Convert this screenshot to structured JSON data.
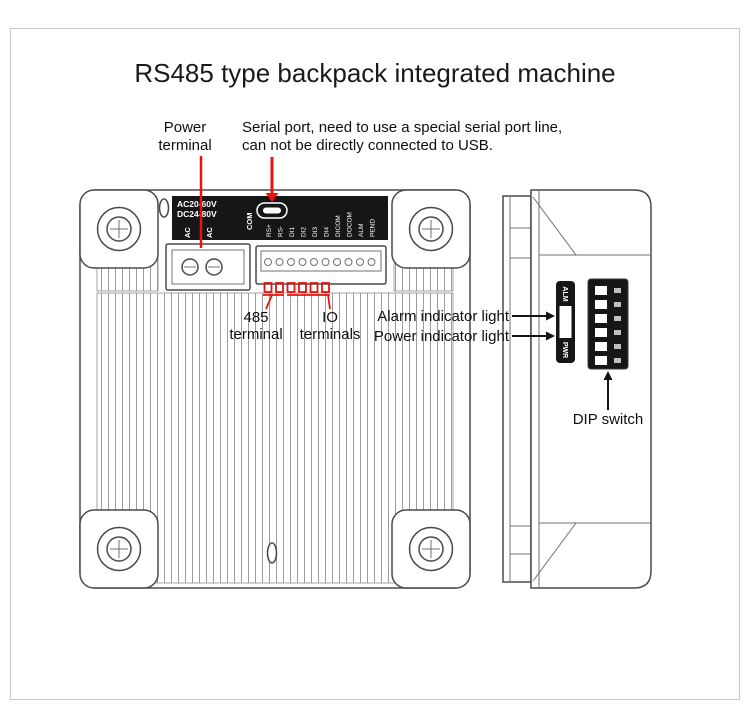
{
  "page": {
    "title": "RS485 type backpack integrated machine"
  },
  "callouts": {
    "power_terminal": {
      "line1": "Power",
      "line2": "terminal"
    },
    "serial_port": {
      "line1": "Serial port, need to use a special serial port line,",
      "line2": "can not be directly connected to USB."
    },
    "terminal_485": {
      "line1": "485",
      "line2": "terminal"
    },
    "io_terminals": {
      "line1": "IO",
      "line2": "terminals"
    },
    "alarm_indicator": "Alarm indicator light",
    "power_indicator": "Power indicator light",
    "dip_switch": "DIP switch"
  },
  "front_view": {
    "rating_line1": "AC20-60V",
    "rating_line2": "DC24-80V",
    "ac_labels": [
      "AC",
      "AC"
    ],
    "com_label": "COM",
    "pin_labels": [
      "RS+",
      "RS-",
      "DI1",
      "DI2",
      "DI3",
      "DI4",
      "DICOM",
      "DOCOM",
      "ALM",
      "PEND"
    ]
  },
  "side_view": {
    "alm_label": "ALM",
    "pwr_label": "PWR"
  },
  "colors": {
    "callout_red": "#e9130d",
    "panel_black": "#161616",
    "outline_gray": "#4a4a4a",
    "fin_gray": "#9c9c9c"
  }
}
